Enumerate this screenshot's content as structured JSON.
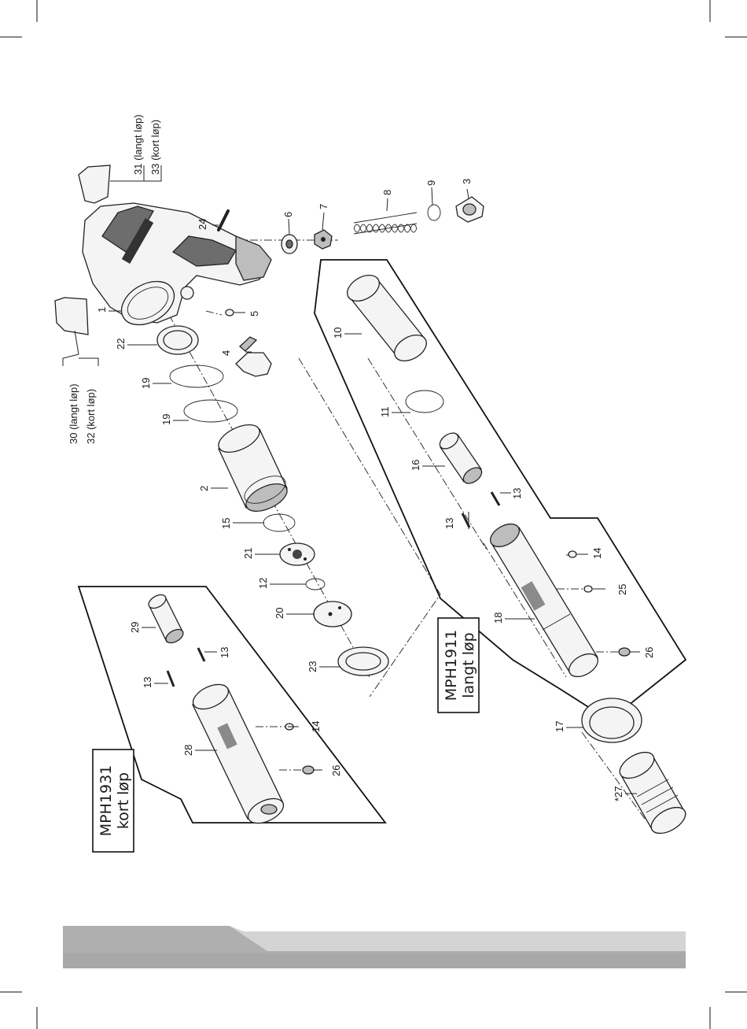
{
  "callouts": {
    "p1": "1",
    "p2": "2",
    "p3": "3",
    "p4": "4",
    "p5": "5",
    "p6": "6",
    "p7": "7",
    "p8": "8",
    "p9": "9",
    "p10": "10",
    "p11": "11",
    "p12": "12",
    "p13a": "13",
    "p13b": "13",
    "p13c": "13",
    "p13d": "13",
    "p14a": "14",
    "p14b": "14",
    "p15": "15",
    "p16": "16",
    "p17": "17",
    "p18": "18",
    "p19a": "19",
    "p19b": "19",
    "p20": "20",
    "p21": "21",
    "p22": "22",
    "p23": "23",
    "p24": "24",
    "p25": "25",
    "p26a": "26",
    "p26b": "26",
    "p27": "*27",
    "p28": "28",
    "p29": "29"
  },
  "labels": {
    "label_30": "30 (langt løp)",
    "label_32": "32 (kort løp)",
    "label_31": "31 (langt løp)",
    "label_33": "33 (kort løp)"
  },
  "boxes": {
    "mph1911_model": "MPH1911",
    "mph1911_desc": "langt løp",
    "mph1931_model": "MPH1931",
    "mph1931_desc": "kort løp"
  },
  "colors": {
    "footer_light": "#d4d4d4",
    "footer_dark": "#a8a8a8",
    "line": "#222222"
  }
}
